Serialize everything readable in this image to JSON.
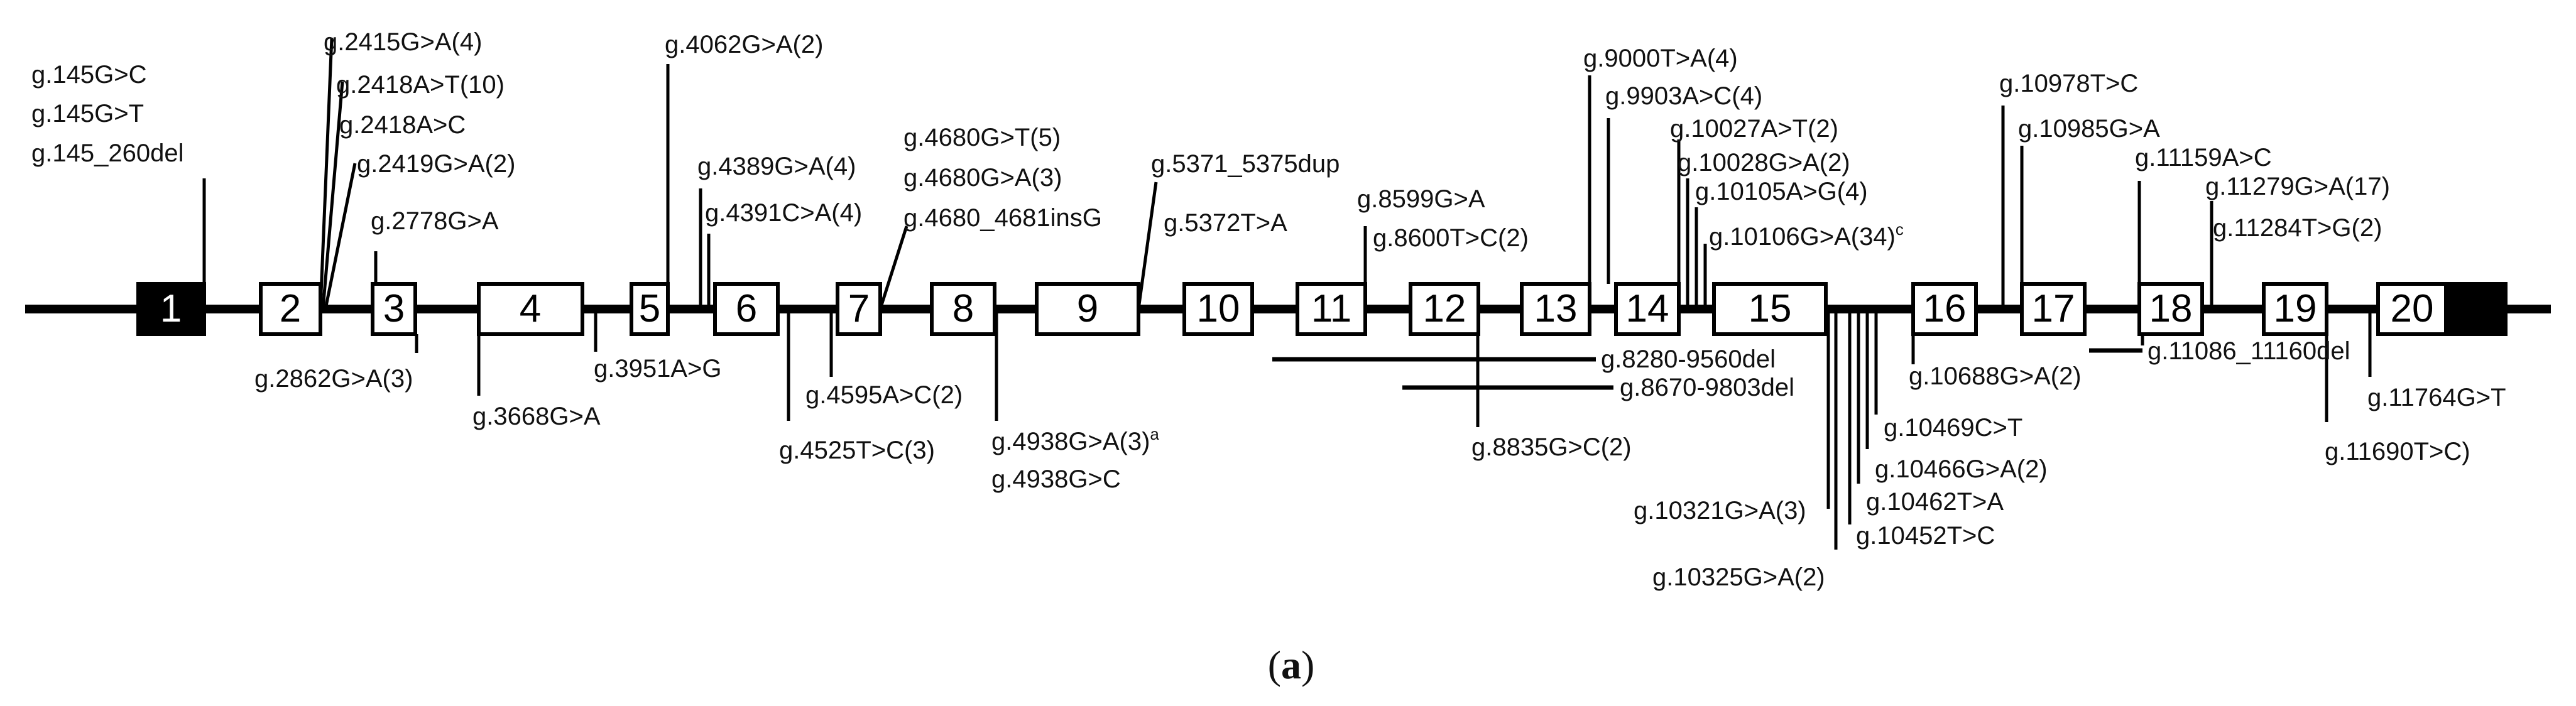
{
  "exons": [
    "1",
    "2",
    "3",
    "4",
    "5",
    "6",
    "7",
    "8",
    "9",
    "10",
    "11",
    "12",
    "13",
    "14",
    "15",
    "16",
    "17",
    "18",
    "19",
    "20"
  ],
  "variants_above": [
    "g.145G>C",
    "g.145G>T",
    "g.145_260del",
    "g.2415G>A(4)",
    "g.2418A>T(10)",
    "g.2418A>C",
    "g.2419G>A(2)",
    "g.2778G>A",
    "g.4062G>A(2)",
    "g.4389G>A(4)",
    "g.4391C>A(4)",
    "g.4680G>T(5)",
    "g.4680G>A(3)",
    "g.4680_4681insG",
    "g.5371_5375dup",
    "g.5372T>A",
    "g.8599G>A",
    "g.8600T>C(2)",
    "g.9000T>A(4)",
    "g.9903A>C(4)",
    "g.10027A>T(2)",
    "g.10028G>A(2)",
    "g.10105A>G(4)",
    "g.10106G>A(34)",
    "g.10978T>C",
    "g.10985G>A",
    "g.11159A>C",
    "g.11279G>A(17)",
    "g.11284T>G(2)"
  ],
  "variants_below": [
    "g.2862G>A(3)",
    "g.3951A>G",
    "g.3668G>A",
    "g.4595A>C(2)",
    "g.4525T>C(3)",
    "g.4938G>A(3)",
    "g.4938G>C",
    "g.8280-9560del",
    "g.8670-9803del",
    "g.8835G>C(2)",
    "g.10688G>A(2)",
    "g.10469C>T",
    "g.10466G>A(2)",
    "g.10462T>A",
    "g.10452T>C",
    "g.10321G>A(3)",
    "g.10325G>A(2)",
    "g.11086_11160del",
    "g.11764G>T",
    "g.11690T>C)"
  ],
  "footnotes": {
    "a": "a",
    "c": "c"
  },
  "caption": {
    "open": "(",
    "letter": "a",
    "close": ")"
  }
}
